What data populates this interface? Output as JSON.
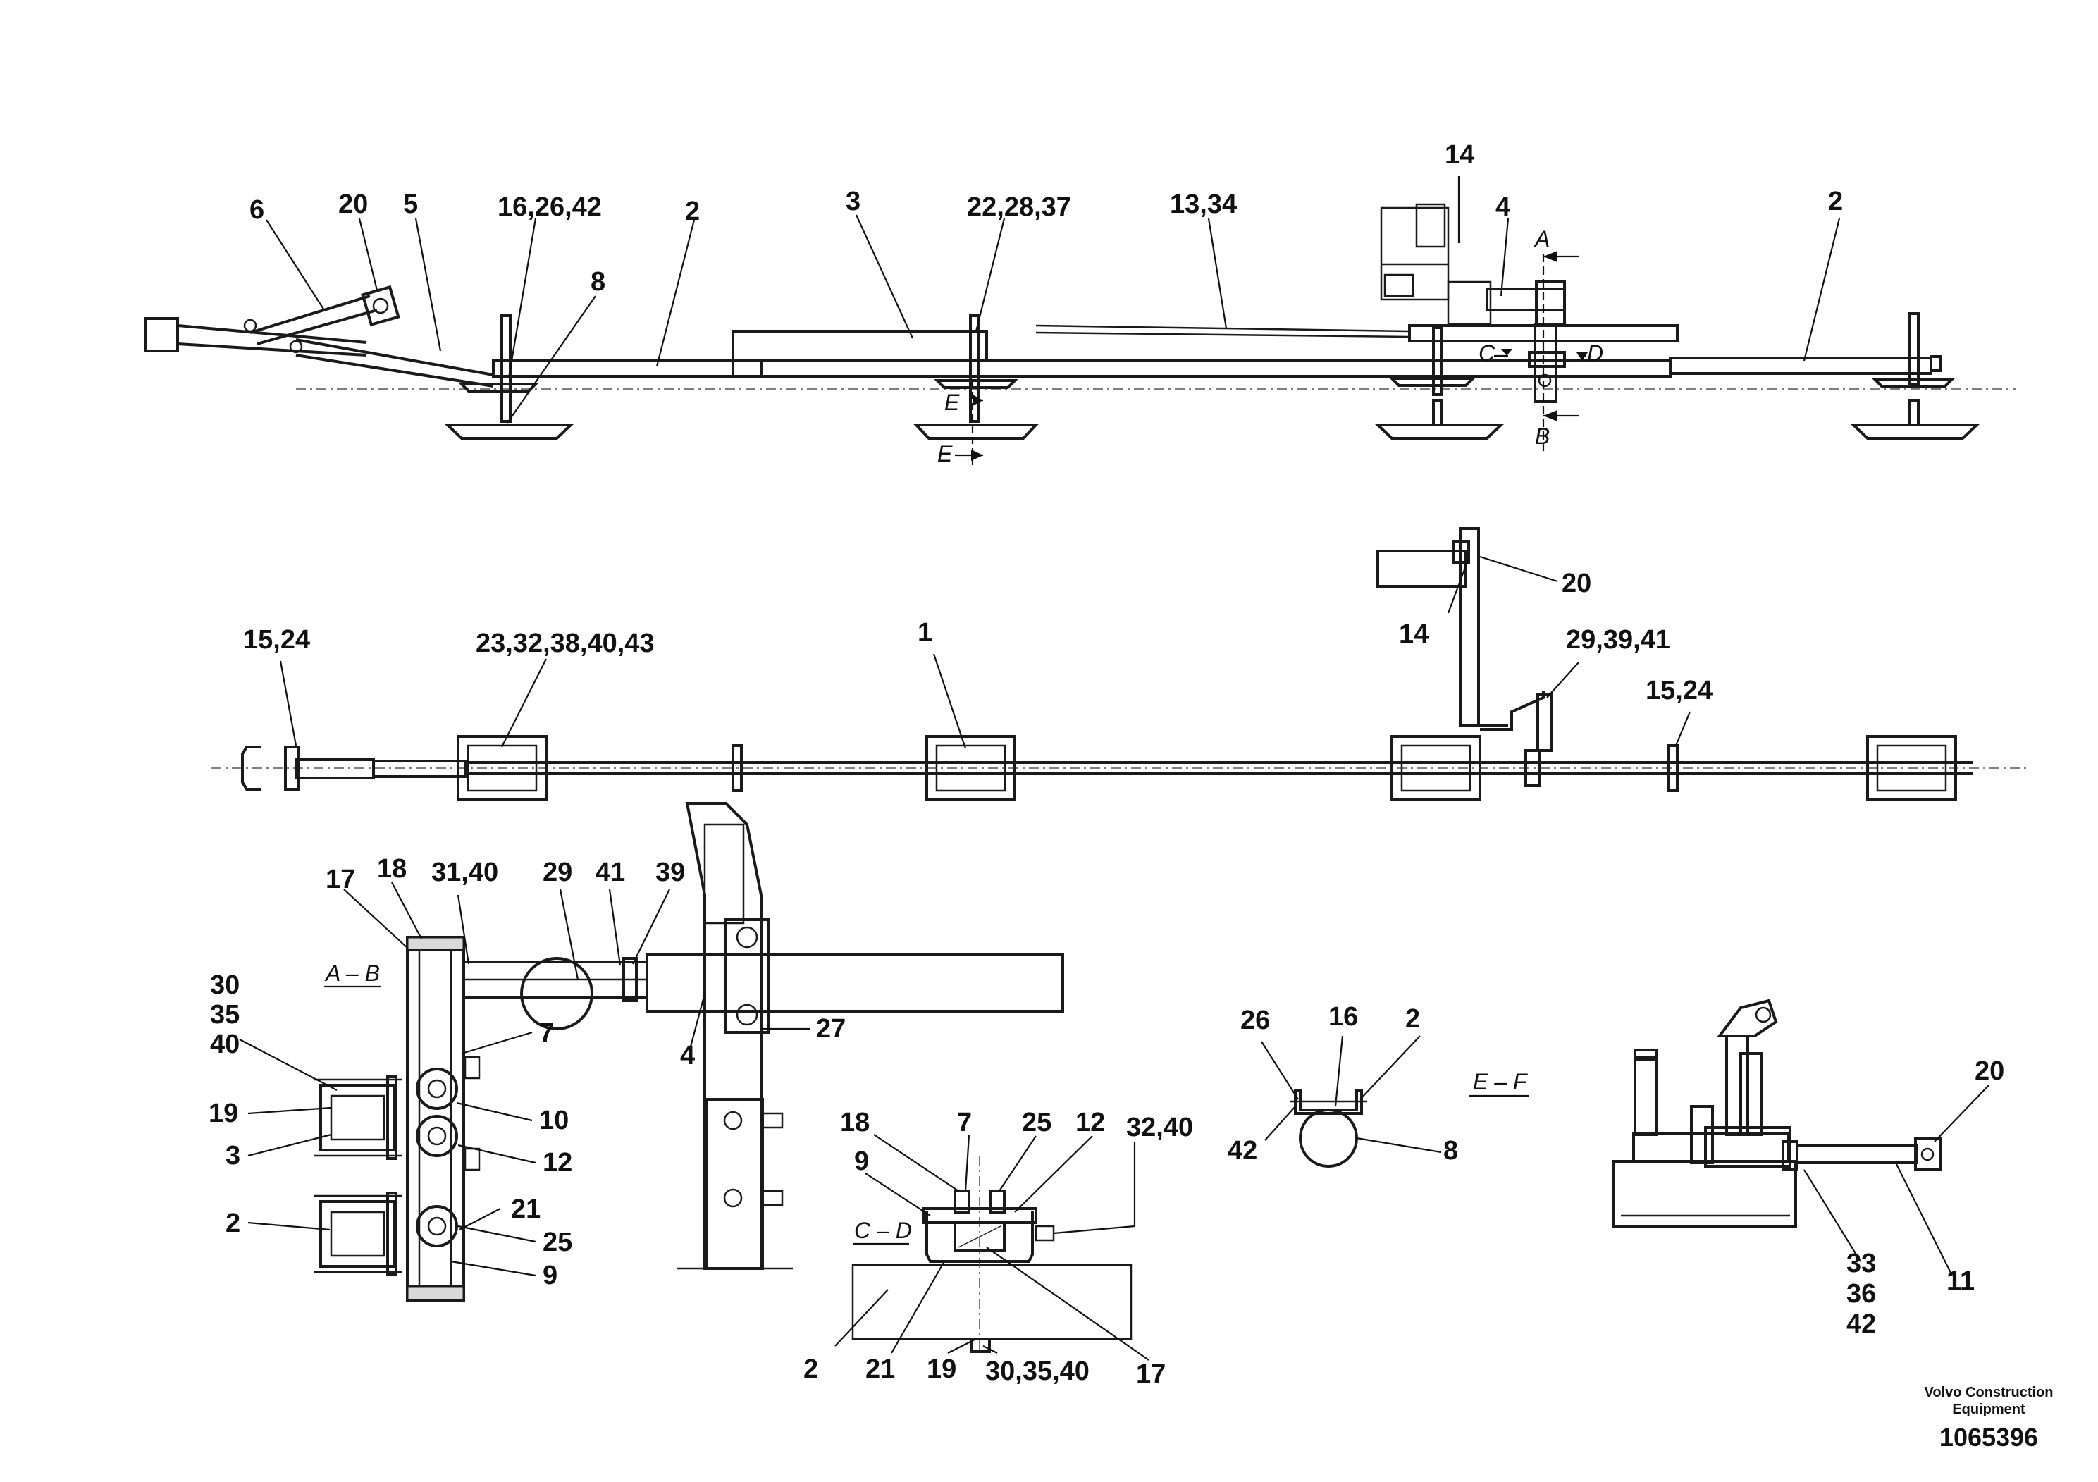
{
  "callouts": {
    "top": [
      "6",
      "20",
      "5",
      "16,26,42",
      "8",
      "2",
      "3",
      "22,28,37",
      "13,34",
      "14",
      "4",
      "2"
    ],
    "plan": [
      "15,24",
      "23,32,38,40,43",
      "1",
      "14",
      "20",
      "29,39,41",
      "15,24"
    ],
    "ab": [
      "17",
      "18",
      "31,40",
      "29",
      "41",
      "39",
      "30",
      "35",
      "40",
      "19",
      "3",
      "2",
      "4",
      "27",
      "7",
      "10",
      "12",
      "21",
      "25",
      "9"
    ],
    "cd": [
      "18",
      "7",
      "25",
      "12",
      "32,40",
      "9",
      "2",
      "21",
      "19",
      "30,35,40",
      "17"
    ],
    "ef": [
      "26",
      "16",
      "2",
      "42",
      "8"
    ],
    "bracket": [
      "20",
      "33",
      "36",
      "42",
      "11"
    ]
  },
  "section_marks": {
    "A": "A",
    "B": "B",
    "C": "C",
    "D": "D",
    "E1": "E",
    "E2": "E",
    "ab": "A – B",
    "cd": "C – D",
    "ef": "E – F"
  },
  "title_block": {
    "company_line1": "Volvo Construction",
    "company_line2": "Equipment",
    "document_number": "1065396"
  }
}
